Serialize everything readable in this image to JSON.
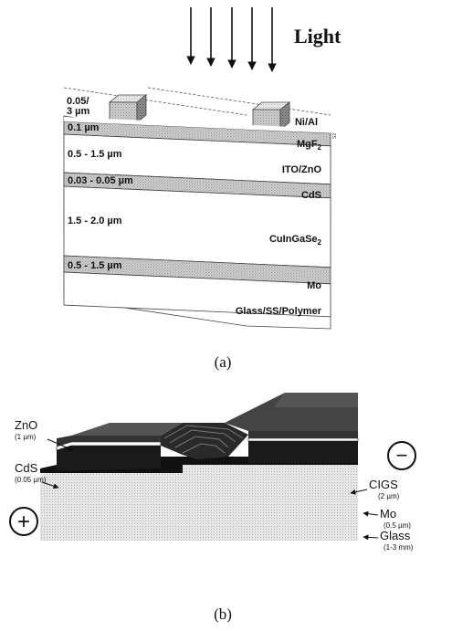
{
  "figure_a": {
    "light_label": "Light",
    "caption": "(a)",
    "stamp": "S2",
    "thickness_labels": {
      "top_fingers": "0.05/",
      "top_fingers_line2": "3 µm",
      "mgf2": "0.1 µm",
      "ito": "0.5 - 1.5 µm",
      "cds": "0.03 - 0.05 µm",
      "cigs": "1.5 - 2.0 µm",
      "mo": "0.5 - 1.5 µm"
    },
    "layer_names": {
      "contacts": "Ni/Al",
      "mgf2": "MgF",
      "mgf2_sub": "2",
      "ito": "ITO/ZnO",
      "cds": "CdS",
      "cigs": "CuInGaSe",
      "cigs_sub": "2",
      "mo": "Mo",
      "substrate": "Glass/SS/Polymer"
    }
  },
  "figure_b": {
    "caption": "(b)",
    "labels": {
      "zno": "ZnO",
      "zno_thickness": "(1 µm)",
      "cds": "CdS",
      "cds_thickness": "(0.05 µm)",
      "cigs": "CIGS",
      "cigs_thickness": "(2 µm)",
      "mo": "Mo",
      "mo_thickness": "(0.5 µm)",
      "glass": "Glass",
      "glass_thickness": "(1-3 mm)",
      "minus": "−",
      "plus": "+"
    }
  }
}
